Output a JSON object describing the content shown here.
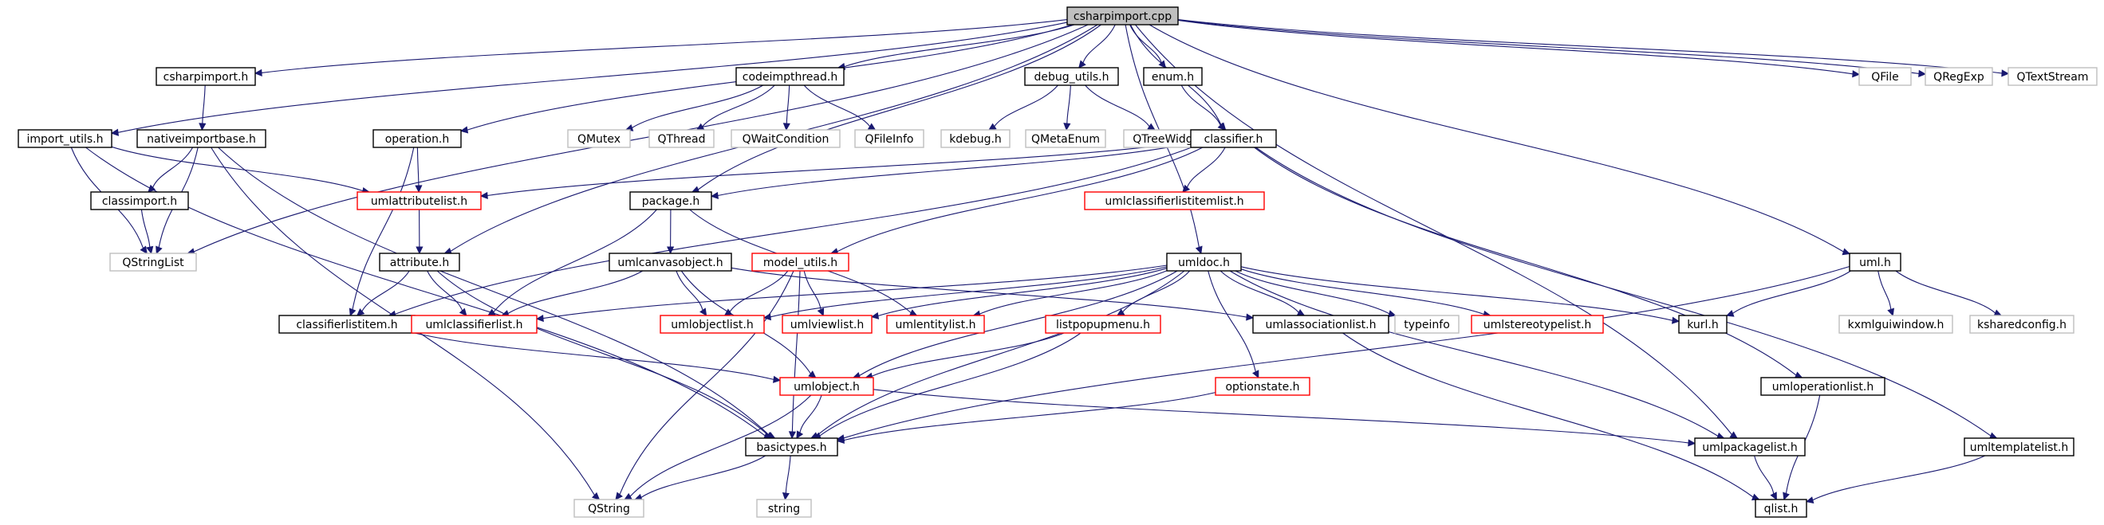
{
  "colors": {
    "edge": "#191970",
    "root_fill": "#bfbfbf",
    "node_fill": "#ffffff",
    "documented_border": "#000000",
    "undocumented_border": "#ff0000",
    "external_border": "#bfbfbf",
    "external_text": "#7f7f7f"
  },
  "nodes": [
    {
      "id": "csharpimport_cpp",
      "label": "csharpimport.cpp",
      "kind": "root"
    },
    {
      "id": "csharpimport_h",
      "label": "csharpimport.h",
      "kind": "documented"
    },
    {
      "id": "codeimpthread_h",
      "label": "codeimpthread.h",
      "kind": "documented"
    },
    {
      "id": "debug_utils_h",
      "label": "debug_utils.h",
      "kind": "documented"
    },
    {
      "id": "enum_h",
      "label": "enum.h",
      "kind": "documented"
    },
    {
      "id": "QFile",
      "label": "QFile",
      "kind": "external"
    },
    {
      "id": "QRegExp",
      "label": "QRegExp",
      "kind": "external"
    },
    {
      "id": "QTextStream",
      "label": "QTextStream",
      "kind": "external"
    },
    {
      "id": "import_utils_h",
      "label": "import_utils.h",
      "kind": "documented"
    },
    {
      "id": "nativeimportbase_h",
      "label": "nativeimportbase.h",
      "kind": "documented"
    },
    {
      "id": "operation_h",
      "label": "operation.h",
      "kind": "documented"
    },
    {
      "id": "QMutex",
      "label": "QMutex",
      "kind": "external"
    },
    {
      "id": "QThread",
      "label": "QThread",
      "kind": "external"
    },
    {
      "id": "QWaitCondition",
      "label": "QWaitCondition",
      "kind": "external"
    },
    {
      "id": "QFileInfo",
      "label": "QFileInfo",
      "kind": "external"
    },
    {
      "id": "kdebug_h",
      "label": "kdebug.h",
      "kind": "external"
    },
    {
      "id": "QMetaEnum",
      "label": "QMetaEnum",
      "kind": "external"
    },
    {
      "id": "QTreeWidget",
      "label": "QTreeWidget",
      "kind": "external"
    },
    {
      "id": "classifier_h",
      "label": "classifier.h",
      "kind": "documented"
    },
    {
      "id": "classimport_h",
      "label": "classimport.h",
      "kind": "documented"
    },
    {
      "id": "umlattributelist_h",
      "label": "umlattributelist.h",
      "kind": "undocumented"
    },
    {
      "id": "package_h",
      "label": "package.h",
      "kind": "documented"
    },
    {
      "id": "umlclassifierlistitemlist_h",
      "label": "umlclassifierlistitemlist.h",
      "kind": "undocumented"
    },
    {
      "id": "QStringList",
      "label": "QStringList",
      "kind": "external"
    },
    {
      "id": "attribute_h",
      "label": "attribute.h",
      "kind": "documented"
    },
    {
      "id": "umlcanvasobject_h",
      "label": "umlcanvasobject.h",
      "kind": "documented"
    },
    {
      "id": "model_utils_h",
      "label": "model_utils.h",
      "kind": "undocumented"
    },
    {
      "id": "umldoc_h",
      "label": "umldoc.h",
      "kind": "documented"
    },
    {
      "id": "uml_h",
      "label": "uml.h",
      "kind": "documented"
    },
    {
      "id": "classifierlistitem_h",
      "label": "classifierlistitem.h",
      "kind": "documented"
    },
    {
      "id": "umlclassifierlist_h",
      "label": "umlclassifierlist.h",
      "kind": "undocumented"
    },
    {
      "id": "umlobjectlist_h",
      "label": "umlobjectlist.h",
      "kind": "undocumented"
    },
    {
      "id": "umlviewlist_h",
      "label": "umlviewlist.h",
      "kind": "undocumented"
    },
    {
      "id": "umlentitylist_h",
      "label": "umlentitylist.h",
      "kind": "undocumented"
    },
    {
      "id": "umlassociationlist_h",
      "label": "umlassociationlist.h",
      "kind": "documented"
    },
    {
      "id": "typeinfo",
      "label": "typeinfo",
      "kind": "external"
    },
    {
      "id": "umlstereotypelist_h",
      "label": "umlstereotypelist.h",
      "kind": "undocumented"
    },
    {
      "id": "kurl_h",
      "label": "kurl.h",
      "kind": "documented"
    },
    {
      "id": "kxmlguiwindow_h",
      "label": "kxmlguiwindow.h",
      "kind": "external"
    },
    {
      "id": "ksharedconfig_h",
      "label": "ksharedconfig.h",
      "kind": "external"
    },
    {
      "id": "listpopupmenu_h",
      "label": "listpopupmenu.h",
      "kind": "undocumented"
    },
    {
      "id": "umlobject_h",
      "label": "umlobject.h",
      "kind": "undocumented"
    },
    {
      "id": "optionstate_h",
      "label": "optionstate.h",
      "kind": "undocumented"
    },
    {
      "id": "umloperationlist_h",
      "label": "umloperationlist.h",
      "kind": "documented"
    },
    {
      "id": "basictypes_h",
      "label": "basictypes.h",
      "kind": "documented"
    },
    {
      "id": "umlpackagelist_h",
      "label": "umlpackagelist.h",
      "kind": "documented"
    },
    {
      "id": "umltemplatelist_h",
      "label": "umltemplatelist.h",
      "kind": "documented"
    },
    {
      "id": "QString",
      "label": "QString",
      "kind": "external"
    },
    {
      "id": "string",
      "label": "string",
      "kind": "external"
    },
    {
      "id": "qlist_h",
      "label": "qlist.h",
      "kind": "documented"
    }
  ],
  "edges": [
    [
      "csharpimport_cpp",
      "csharpimport_h"
    ],
    [
      "csharpimport_cpp",
      "codeimpthread_h"
    ],
    [
      "csharpimport_cpp",
      "debug_utils_h"
    ],
    [
      "csharpimport_cpp",
      "enum_h"
    ],
    [
      "csharpimport_cpp",
      "QFile"
    ],
    [
      "csharpimport_cpp",
      "QRegExp"
    ],
    [
      "csharpimport_cpp",
      "QTextStream"
    ],
    [
      "csharpimport_cpp",
      "import_utils_h"
    ],
    [
      "csharpimport_cpp",
      "operation_h"
    ],
    [
      "csharpimport_cpp",
      "package_h"
    ],
    [
      "csharpimport_cpp",
      "classifier_h"
    ],
    [
      "csharpimport_cpp",
      "QStringList"
    ],
    [
      "csharpimport_cpp",
      "attribute_h"
    ],
    [
      "csharpimport_cpp",
      "umldoc_h"
    ],
    [
      "csharpimport_cpp",
      "uml_h"
    ],
    [
      "csharpimport_cpp",
      "umlpackagelist_h"
    ],
    [
      "csharpimport_h",
      "nativeimportbase_h"
    ],
    [
      "nativeimportbase_h",
      "classimport_h"
    ],
    [
      "nativeimportbase_h",
      "QStringList"
    ],
    [
      "nativeimportbase_h",
      "QString"
    ],
    [
      "nativeimportbase_h",
      "basictypes_h"
    ],
    [
      "import_utils_h",
      "QStringList"
    ],
    [
      "import_utils_h",
      "basictypes_h"
    ],
    [
      "import_utils_h",
      "umlattributelist_h"
    ],
    [
      "classimport_h",
      "QStringList"
    ],
    [
      "codeimpthread_h",
      "QMutex"
    ],
    [
      "codeimpthread_h",
      "QThread"
    ],
    [
      "codeimpthread_h",
      "QWaitCondition"
    ],
    [
      "codeimpthread_h",
      "QFileInfo"
    ],
    [
      "debug_utils_h",
      "kdebug_h"
    ],
    [
      "debug_utils_h",
      "QMetaEnum"
    ],
    [
      "debug_utils_h",
      "QTreeWidget"
    ],
    [
      "enum_h",
      "classifier_h"
    ],
    [
      "operation_h",
      "umlattributelist_h"
    ],
    [
      "operation_h",
      "classifierlistitem_h"
    ],
    [
      "umlattributelist_h",
      "attribute_h"
    ],
    [
      "attribute_h",
      "classifierlistitem_h"
    ],
    [
      "attribute_h",
      "umlclassifierlist_h"
    ],
    [
      "attribute_h",
      "basictypes_h"
    ],
    [
      "classifier_h",
      "umlattributelist_h"
    ],
    [
      "classifier_h",
      "package_h"
    ],
    [
      "classifier_h",
      "umlclassifierlistitemlist_h"
    ],
    [
      "classifier_h",
      "model_utils_h"
    ],
    [
      "classifier_h",
      "classifierlistitem_h"
    ],
    [
      "classifier_h",
      "umloperationlist_h"
    ],
    [
      "classifier_h",
      "umltemplatelist_h"
    ],
    [
      "package_h",
      "umlcanvasobject_h"
    ],
    [
      "package_h",
      "umlclassifierlist_h"
    ],
    [
      "package_h",
      "umlentitylist_h"
    ],
    [
      "umlcanvasobject_h",
      "umlclassifierlist_h"
    ],
    [
      "umlcanvasobject_h",
      "umlobjectlist_h"
    ],
    [
      "umlcanvasobject_h",
      "umlassociationlist_h"
    ],
    [
      "umlcanvasobject_h",
      "umlobject_h"
    ],
    [
      "classifierlistitem_h",
      "umlobject_h"
    ],
    [
      "model_utils_h",
      "umlobjectlist_h"
    ],
    [
      "model_utils_h",
      "umlviewlist_h"
    ],
    [
      "model_utils_h",
      "QString"
    ],
    [
      "model_utils_h",
      "basictypes_h"
    ],
    [
      "umldoc_h",
      "umlclassifierlist_h"
    ],
    [
      "umldoc_h",
      "umlobjectlist_h"
    ],
    [
      "umldoc_h",
      "umlviewlist_h"
    ],
    [
      "umldoc_h",
      "umlentitylist_h"
    ],
    [
      "umldoc_h",
      "umlassociationlist_h"
    ],
    [
      "umldoc_h",
      "typeinfo"
    ],
    [
      "umldoc_h",
      "umlstereotypelist_h"
    ],
    [
      "umldoc_h",
      "kurl_h"
    ],
    [
      "umldoc_h",
      "listpopupmenu_h"
    ],
    [
      "umldoc_h",
      "umlobject_h"
    ],
    [
      "umldoc_h",
      "optionstate_h"
    ],
    [
      "umldoc_h",
      "basictypes_h"
    ],
    [
      "umldoc_h",
      "umlpackagelist_h"
    ],
    [
      "uml_h",
      "kurl_h"
    ],
    [
      "uml_h",
      "kxmlguiwindow_h"
    ],
    [
      "uml_h",
      "ksharedconfig_h"
    ],
    [
      "uml_h",
      "basictypes_h"
    ],
    [
      "listpopupmenu_h",
      "umlobject_h"
    ],
    [
      "listpopupmenu_h",
      "basictypes_h"
    ],
    [
      "umlobject_h",
      "basictypes_h"
    ],
    [
      "umlobject_h",
      "QString"
    ],
    [
      "umlobject_h",
      "umlpackagelist_h"
    ],
    [
      "optionstate_h",
      "basictypes_h"
    ],
    [
      "basictypes_h",
      "QString"
    ],
    [
      "basictypes_h",
      "string"
    ],
    [
      "umlassociationlist_h",
      "qlist_h"
    ],
    [
      "umloperationlist_h",
      "qlist_h"
    ],
    [
      "umlpackagelist_h",
      "qlist_h"
    ],
    [
      "umltemplatelist_h",
      "qlist_h"
    ]
  ]
}
